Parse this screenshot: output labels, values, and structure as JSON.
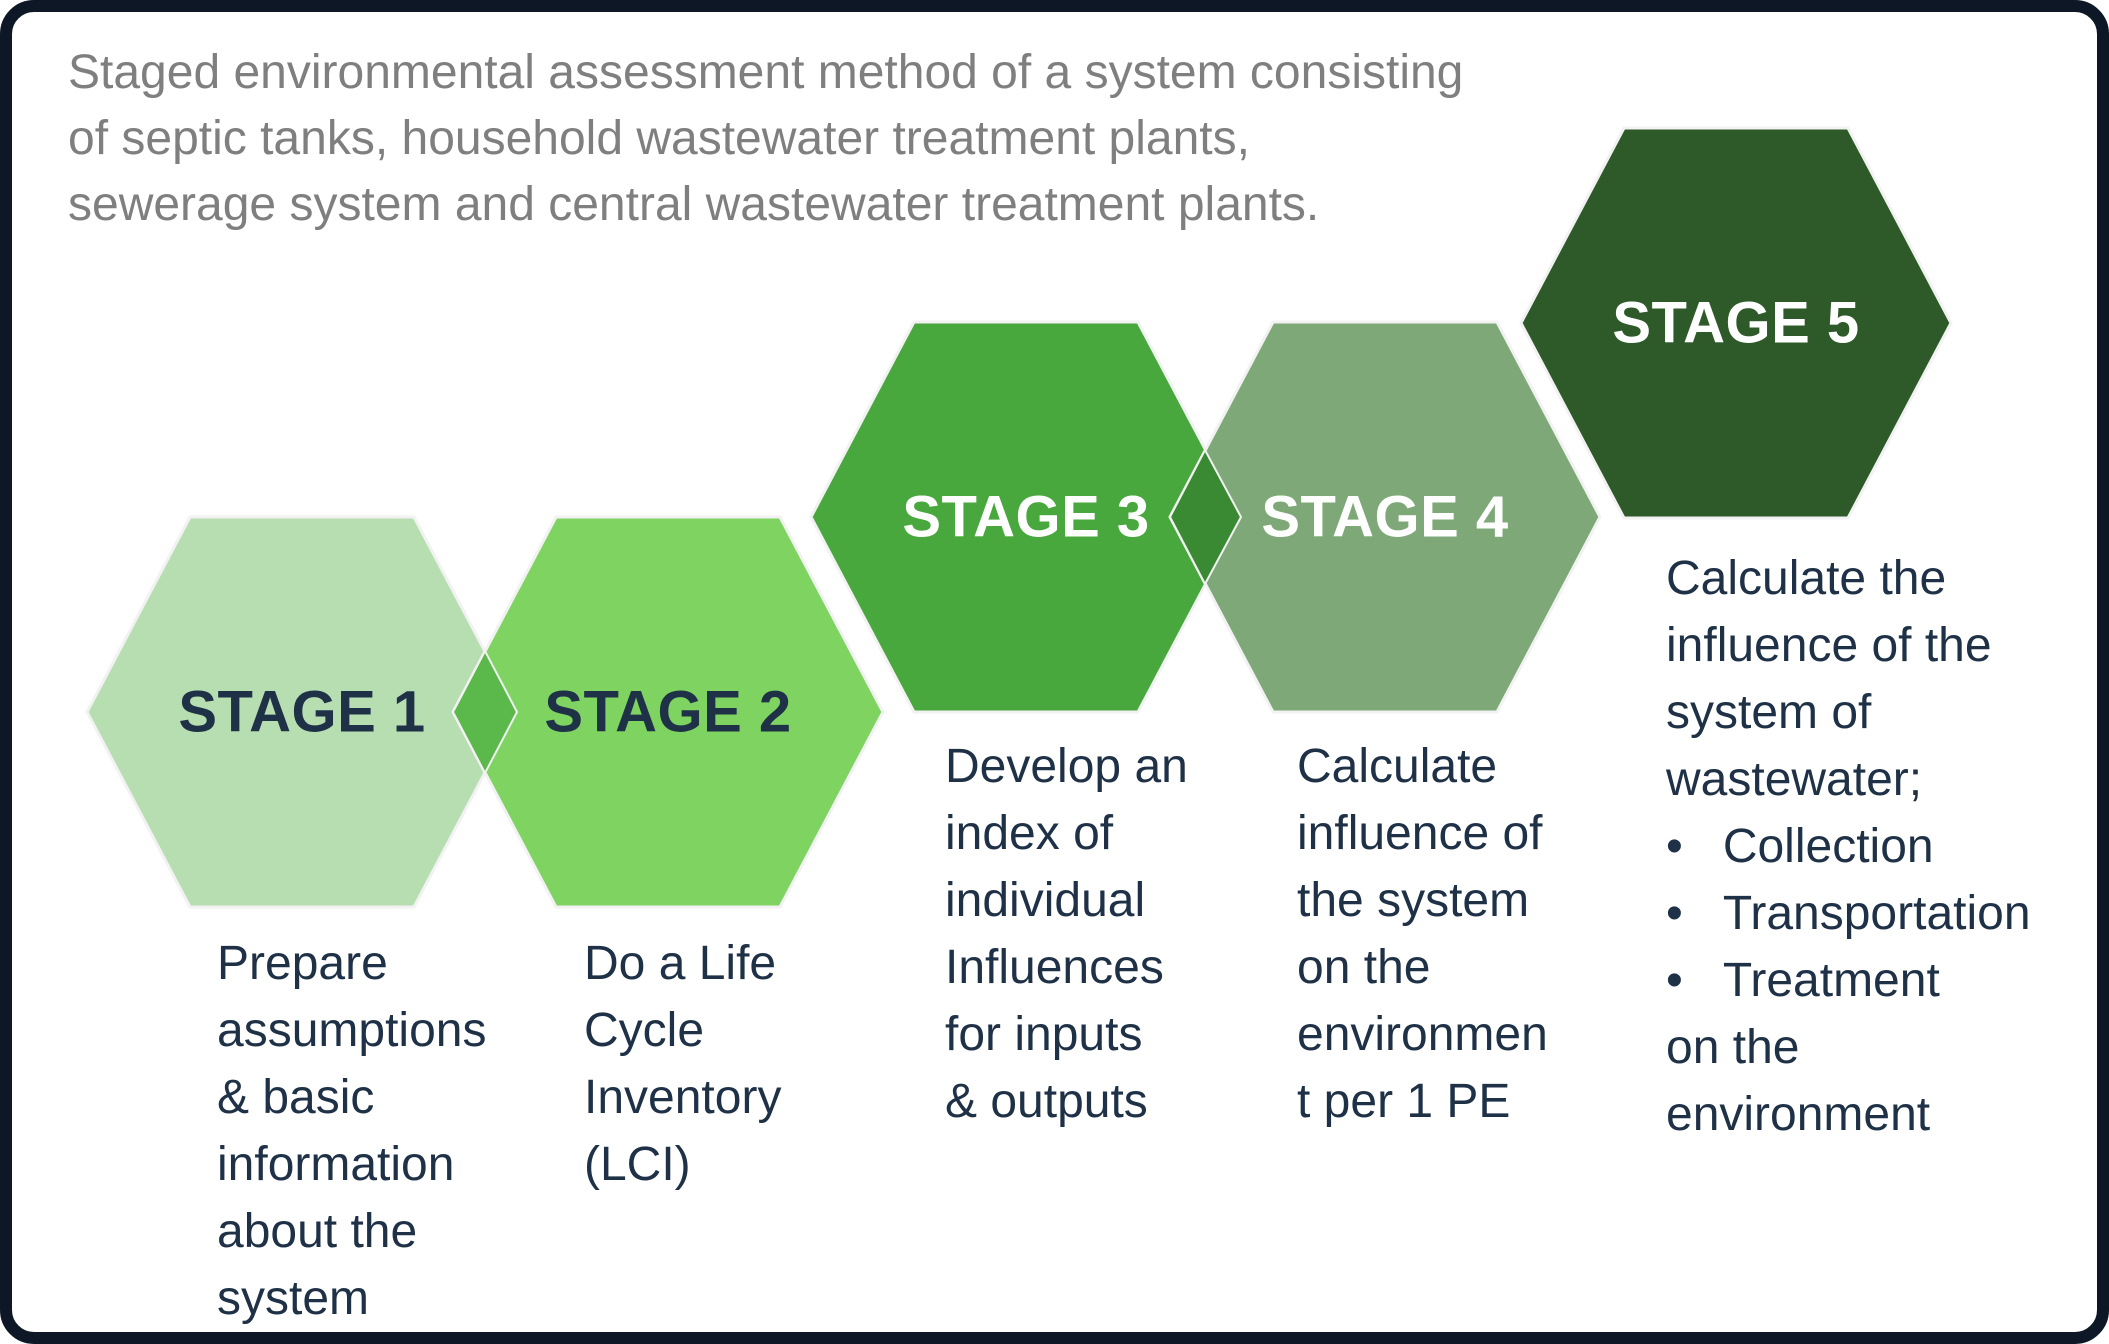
{
  "frame": {
    "border_color": "#0d1726",
    "background_color": "#ffffff"
  },
  "title": "Staged environmental assessment method of a system consisting\nof septic tanks, household wastewater treatment plants,\nsewerage system and central wastewater treatment plants.",
  "title_color": "#7f7f7f",
  "description_text_color": "#1f3147",
  "stages": [
    {
      "label": "STAGE 1",
      "color": "#b6deb1",
      "text_color": "#1f3147",
      "description": "Prepare\nassumptions\n& basic\ninformation\nabout the\nsystem"
    },
    {
      "label": "STAGE 2",
      "color": "#7ed361",
      "text_color": "#1f3147",
      "description": "Do a Life\nCycle\nInventory\n(LCI)"
    },
    {
      "label": "STAGE 3",
      "color": "#48a73d",
      "text_color": "#ffffff",
      "description": "Develop an\nindex of\nindividual\nInfluences\nfor inputs\n& outputs"
    },
    {
      "label": "STAGE 4",
      "color": "#7fa878",
      "text_color": "#ffffff",
      "description": "Calculate\ninfluence of\nthe system\non the\nenvironmen\nt per 1 PE"
    },
    {
      "label": "STAGE 5",
      "color": "#2e5a29",
      "text_color": "#ffffff",
      "description": "Calculate the\ninfluence of the\nsystem of\nwastewater;\n•   Collection\n•   Transportation\n•   Treatment\non the\nenvironment"
    }
  ],
  "overlaps": [
    {
      "name": "stage-1-2-overlap",
      "color": "#5ab94a"
    },
    {
      "name": "stage-3-4-overlap",
      "color": "#3a8a33"
    }
  ]
}
